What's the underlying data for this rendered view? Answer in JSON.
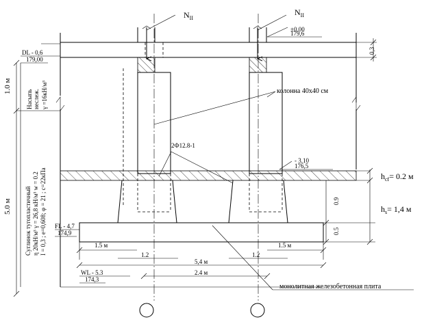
{
  "loads": {
    "n_left": "N",
    "n_right": "N",
    "subscript": "II"
  },
  "levels": {
    "zero": {
      "mark": "±0.00",
      "abs": "179,6"
    },
    "dl": {
      "mark": "DL - 0,6",
      "abs": "179,00"
    },
    "mid": {
      "mark": "- 3,10",
      "abs": "176,5"
    },
    "fl": {
      "mark": "FL - 4,7",
      "abs": "174,9"
    },
    "wl": {
      "mark": "WL - 5.3",
      "abs": "174,3"
    }
  },
  "labels": {
    "column": "колонна 40х40 см",
    "rebar": "2Ф12.8-1",
    "slab": "монолитная железобетонная плита"
  },
  "soil": {
    "fill_lines": [
      "Насыпь",
      "неслеж.",
      "γ =16кН/м³"
    ],
    "loam_lines": [
      "Суглинок тугопластичный",
      "η 20кН/м³ γ = 26,8 кН/м³ w = 0.2",
      "I = 0,3 ; e=0,608; φ = 21 ; c=22кПа"
    ]
  },
  "dims": {
    "top_depth": "1.0 м",
    "soil_depth": "5.0 м",
    "slab_top": "0,3",
    "hcf": "h",
    "hcf_sub": "cf",
    "hcf_val": "= 0.2 м",
    "hs": "h",
    "hs_sub": "s",
    "hs_val": "= 1,4 м",
    "d09": "0.9",
    "d05": "0.5",
    "left_15": "1.5 м",
    "right_15": "1.5 м",
    "left_12": "1.2",
    "right_12": "1.2",
    "total": "5,4 м",
    "spacing": "2.4 м"
  }
}
